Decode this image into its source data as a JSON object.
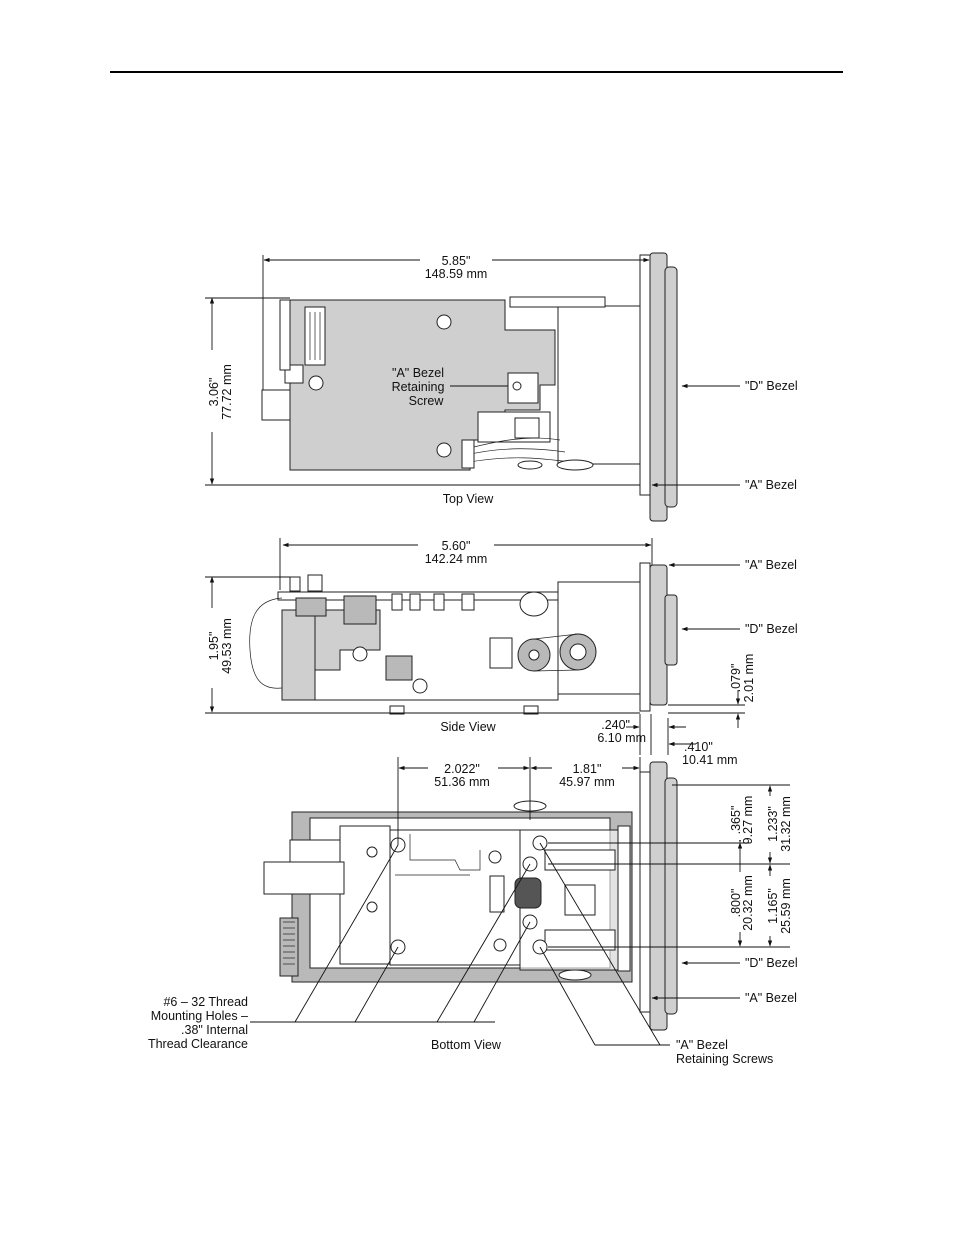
{
  "top_view": {
    "width_in": "5.85\"",
    "width_mm": "148.59 mm",
    "height_in": "3.06\"",
    "height_mm": "77.72 mm",
    "screw_label_1": "\"A\" Bezel",
    "screw_label_2": "Retaining",
    "screw_label_3": "Screw",
    "d_bezel": "\"D\" Bezel",
    "a_bezel": "\"A\" Bezel",
    "caption": "Top View"
  },
  "side_view": {
    "width_in": "5.60\"",
    "width_mm": "142.24 mm",
    "height_in": "1.95\"",
    "height_mm": "49.53 mm",
    "a_bezel": "\"A\" Bezel",
    "d_bezel": "\"D\" Bezel",
    "offset_in": ".079\"",
    "offset_mm": "2.01 mm",
    "caption": "Side View",
    "bezel_in": ".240\"",
    "bezel_mm": "6.10 mm",
    "dbezel_in": ".410\"",
    "dbezel_mm": "10.41 mm"
  },
  "bottom_view": {
    "dim1_in": "2.022\"",
    "dim1_mm": "51.36 mm",
    "dim2_in": "1.81\"",
    "dim2_mm": "45.97 mm",
    "v1_in": ".365\"",
    "v1_mm": "9.27 mm",
    "v2_in": "1.233\"",
    "v2_mm": "31.32 mm",
    "v3_in": ".800\"",
    "v3_mm": "20.32 mm",
    "v4_in": "1.165\"",
    "v4_mm": "25.59 mm",
    "d_bezel": "\"D\" Bezel",
    "a_bezel": "\"A\" Bezel",
    "holes_1": "#6 – 32 Thread",
    "holes_2": "Mounting Holes –",
    "holes_3": ".38\" Internal",
    "holes_4": "Thread Clearance",
    "caption": "Bottom View",
    "screws_1": "\"A\" Bezel",
    "screws_2": "Retaining Screws"
  }
}
